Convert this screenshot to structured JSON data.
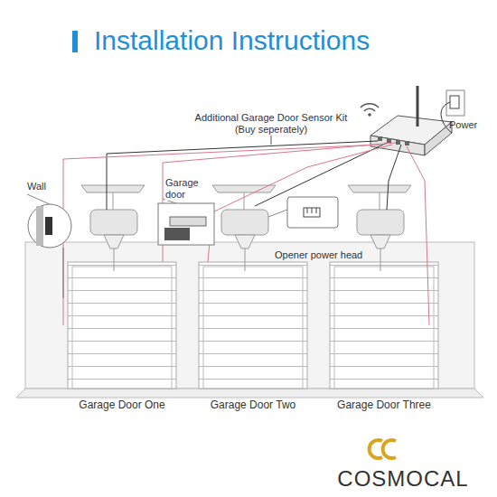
{
  "diagram": {
    "title": "Installation Instructions",
    "labels": [
      "Additional Garage Door Sensor Kit (Buy seperately)",
      "Power",
      "Wall",
      "Garage door",
      "Opener power head",
      "Garage Door One",
      "Garage Door Two",
      "Garage Door Three",
      "COSMOCAL"
    ]
  }
}
